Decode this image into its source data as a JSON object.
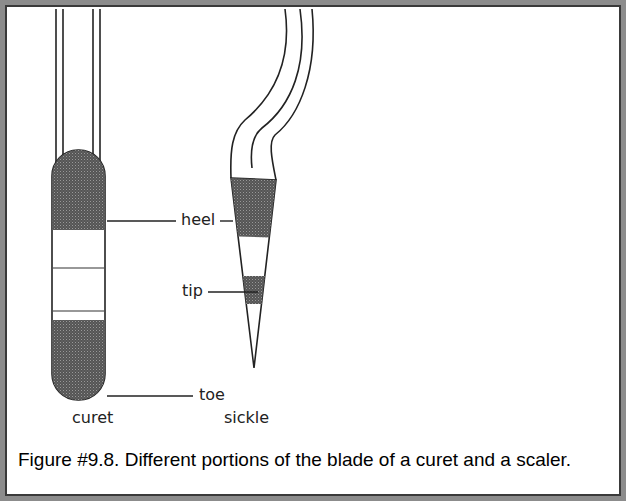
{
  "diagram": {
    "caption": "Figure #9.8. Different portions of the blade of a curet and a scaler.",
    "labels": [
      "heel",
      "tip",
      "toe",
      "curet",
      "sickle"
    ]
  }
}
